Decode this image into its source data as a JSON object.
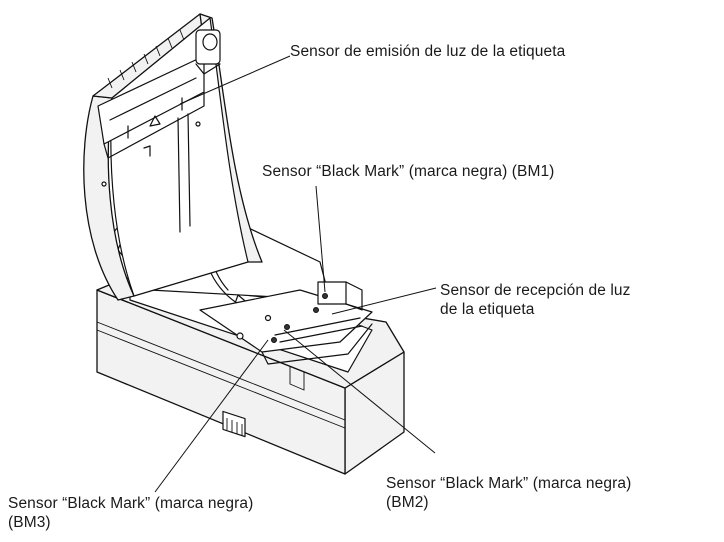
{
  "labels": {
    "emission": "Sensor de emisión de luz de la etiqueta",
    "bm1": "Sensor “Black Mark” (marca negra) (BM1)",
    "reception_line1": "Sensor de recepción de luz",
    "reception_line2": "de la etiqueta",
    "bm2_line1": "Sensor “Black Mark” (marca negra)",
    "bm2_line2": "(BM2)",
    "bm3_line1": "Sensor “Black Mark” (marca negra)",
    "bm3_line2": "(BM3)"
  }
}
